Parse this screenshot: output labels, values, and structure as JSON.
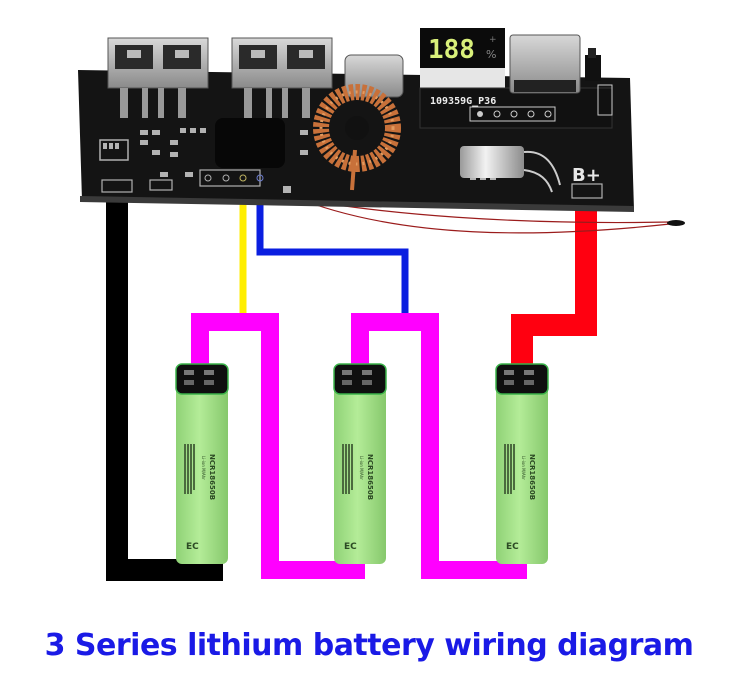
{
  "title": "3 Series lithium battery wiring diagram",
  "board": {
    "display_digits": "188",
    "display_plus": "+",
    "display_percent": "%",
    "silkscreen_label": "109359G_P36",
    "terminal_label": "B+",
    "ports": [
      "usb-a-1",
      "usb-a-2",
      "usb-c",
      "micro-usb"
    ]
  },
  "batteries": [
    {
      "model": "NCR18650B",
      "subtitle": "Li-ion  M/Ahr",
      "mark": "EC"
    },
    {
      "model": "NCR18650B",
      "subtitle": "Li-ion  M/Ahr",
      "mark": "EC"
    },
    {
      "model": "NCR18650B",
      "subtitle": "Li-ion  M/Ahr",
      "mark": "EC"
    }
  ],
  "wires": [
    {
      "name": "negative-wire",
      "color": "#000000",
      "role": "B- to battery 1 negative"
    },
    {
      "name": "balance-wire-1",
      "color": "#ffee00",
      "role": "tap between battery 1 and 2"
    },
    {
      "name": "balance-wire-2",
      "color": "#0a1ee0",
      "role": "tap between battery 2 and 3"
    },
    {
      "name": "series-link-1",
      "color": "#ff00ff",
      "role": "battery link"
    },
    {
      "name": "series-link-2",
      "color": "#ff00ff",
      "role": "battery link"
    },
    {
      "name": "positive-wire",
      "color": "#ff0010",
      "role": "B+ to battery 3 positive"
    }
  ],
  "colors": {
    "caption": "#1a1ae6",
    "pcb": "#141414",
    "battery_body": "#a6e38a",
    "display_segments": "#d9f07a",
    "coil": "#c8713a"
  }
}
